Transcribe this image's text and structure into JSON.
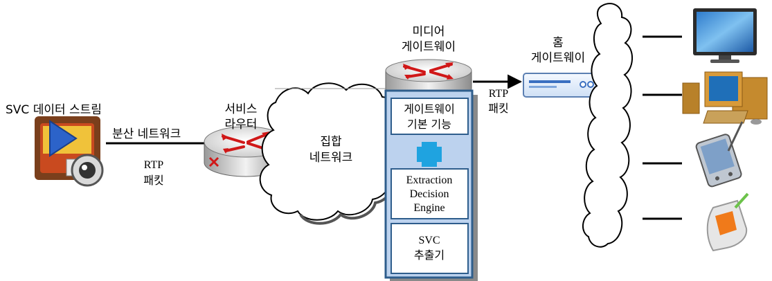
{
  "source": {
    "label": "SVC 데이터 스트림",
    "icon": "video-stream-icon"
  },
  "link1": {
    "label": "분산 네트워크",
    "sub1": "RTP",
    "sub2": "패킷"
  },
  "service_router": {
    "line1": "서비스",
    "line2": "라우터",
    "icon": "router-icon"
  },
  "aggregation_network": {
    "line1": "집합",
    "line2": "네트워크",
    "icon": "cloud-icon"
  },
  "media_gateway": {
    "title1": "미디어",
    "title2": "게이트웨이",
    "icon": "router-icon",
    "box1": {
      "line1": "게이트웨이",
      "line2": "기본 기능"
    },
    "plus_icon": "plus-icon",
    "box2": {
      "line1": "Extraction",
      "line2": "Decision",
      "line3": "Engine"
    },
    "box3": {
      "line1": "SVC",
      "line2": "추출기"
    },
    "colors": {
      "panel": "#BFD4EE",
      "border": "#2E5D8C",
      "plus": "#1FA3E0"
    }
  },
  "link2": {
    "sub1": "RTP",
    "sub2": "패킷"
  },
  "home_gateway": {
    "line1": "홈",
    "line2": "게이트웨이",
    "icon": "set-top-box-icon"
  },
  "home_network": {
    "icon": "cloud-icon"
  },
  "devices": [
    {
      "icon": "tv-icon"
    },
    {
      "icon": "desktop-computer-icon"
    },
    {
      "icon": "pda-icon"
    },
    {
      "icon": "mobile-device-icon"
    }
  ]
}
